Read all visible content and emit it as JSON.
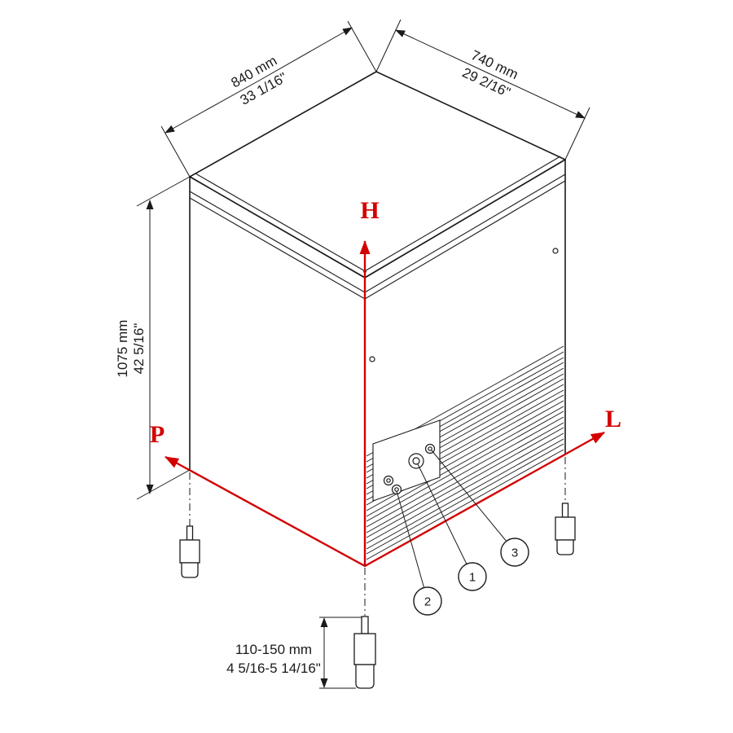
{
  "drawing": {
    "colors": {
      "axis_red": "#d40000",
      "line_black": "#1a1a1a",
      "background": "#ffffff"
    },
    "dimensions": {
      "top_width": {
        "metric": "840 mm",
        "imperial": "33 1/16\""
      },
      "top_depth": {
        "metric": "740 mm",
        "imperial": "29 2/16\""
      },
      "height": {
        "metric": "1075 mm",
        "imperial": "42 5/16\""
      },
      "foot_range": {
        "metric": "110-150 mm",
        "imperial": "4 5/16-5 14/16\""
      }
    },
    "axes": {
      "height_axis": "H",
      "depth_axis": "P",
      "width_axis": "L"
    },
    "callouts": {
      "c1": "1",
      "c2": "2",
      "c3": "3"
    }
  }
}
